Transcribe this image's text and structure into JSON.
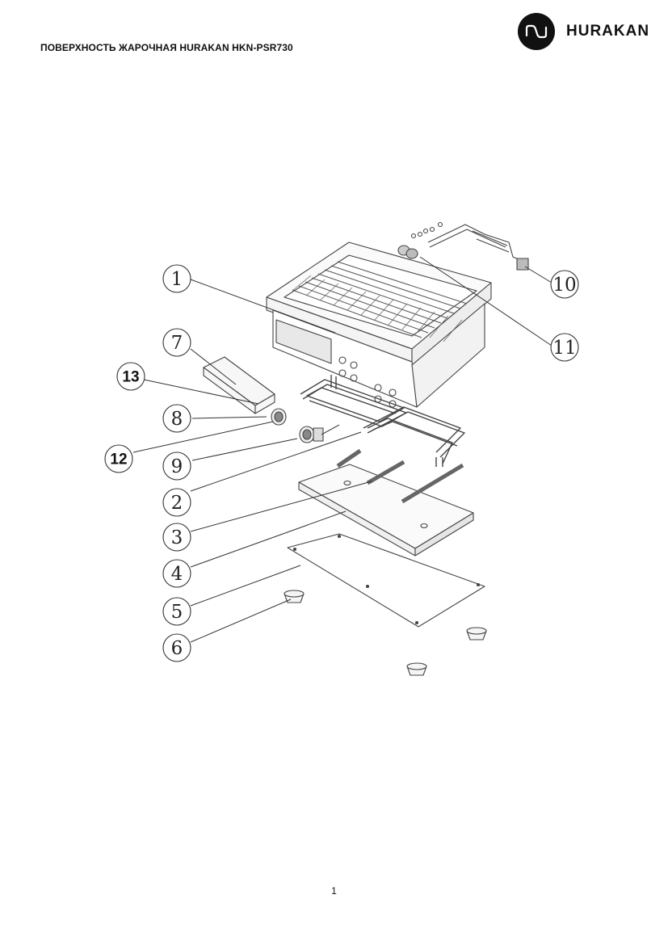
{
  "document": {
    "title": "ПОВЕРХНОСТЬ ЖАРОЧНАЯ HURAKAN HKN-PSR730",
    "brand": "HURAKAN",
    "page_number": "1"
  },
  "diagram": {
    "callouts": [
      "1",
      "2",
      "3",
      "4",
      "5",
      "6",
      "7",
      "8",
      "9",
      "10",
      "11",
      "12",
      "13"
    ]
  }
}
